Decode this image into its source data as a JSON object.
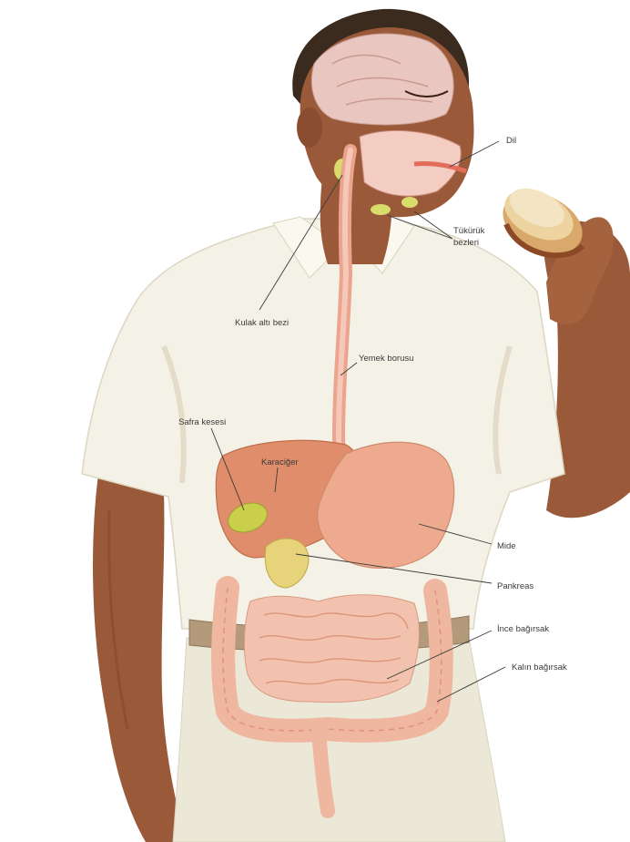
{
  "labels": {
    "dil": "Dil",
    "tukuruk_line1": "Tükürük",
    "tukuruk_line2": "bezleri",
    "kulak_alti": "Kulak altı bezi",
    "yemek_borusu": "Yemek borusu",
    "safra_kesesi": "Safra kesesi",
    "karaciger": "Karaciğer",
    "mide": "Mide",
    "pankreas": "Pankreas",
    "ince_bagirsak": "İnce bağırsak",
    "kalin_bagirsak": "Kalın bağırsak"
  },
  "colors": {
    "skin": "#9a5a3a",
    "shirt": "#f4f1e6",
    "pants": "#ece8d8",
    "hair": "#3b2a1e",
    "brain": "#e9c6c0",
    "tract": "#eba48e",
    "liver": "#df8d6a",
    "stomach": "#eeaa8e",
    "gallbladder": "#c9cf4a",
    "pancreas": "#e6d37a",
    "intestine": "#efb6a0",
    "belt": "#b39a7a",
    "leader": "#3c3c3c"
  }
}
